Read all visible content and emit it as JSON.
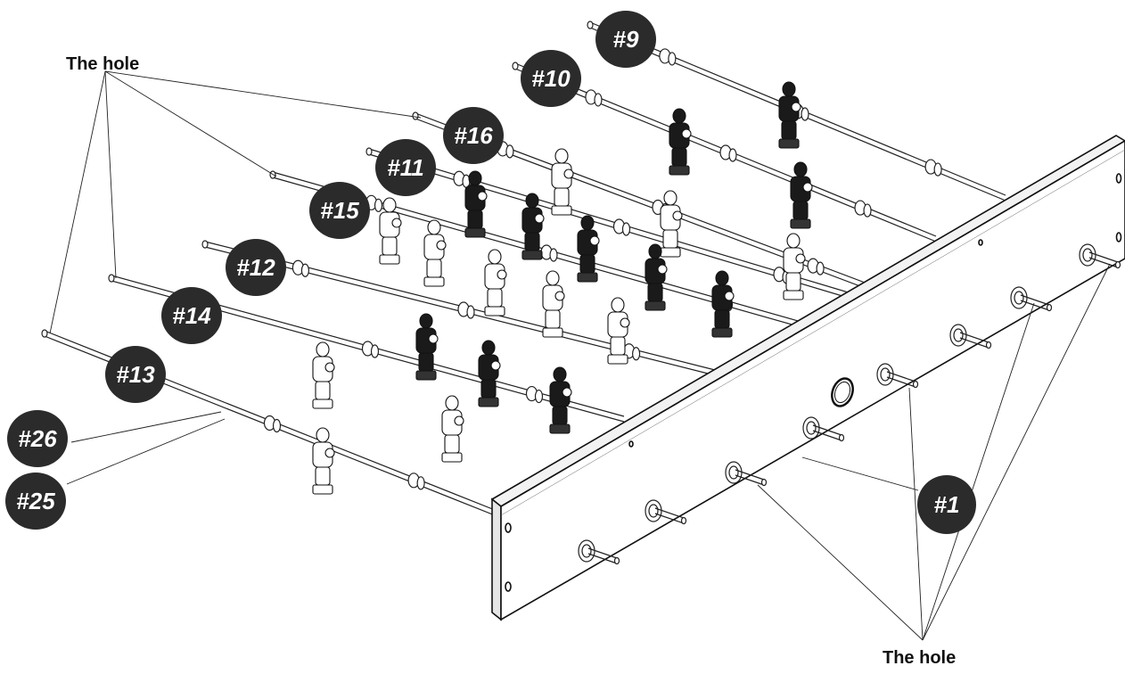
{
  "labels": {
    "hole_top": "The hole",
    "hole_bottom": "The hole"
  },
  "badges": [
    "#9",
    "#10",
    "#16",
    "#11",
    "#15",
    "#12",
    "#14",
    "#13",
    "#26",
    "#25",
    "#1"
  ],
  "colors": {
    "line": "#222222",
    "badge": "#2b2b2b",
    "figure_dark": "#1a1a1a",
    "figure_light": "#ffffff"
  }
}
